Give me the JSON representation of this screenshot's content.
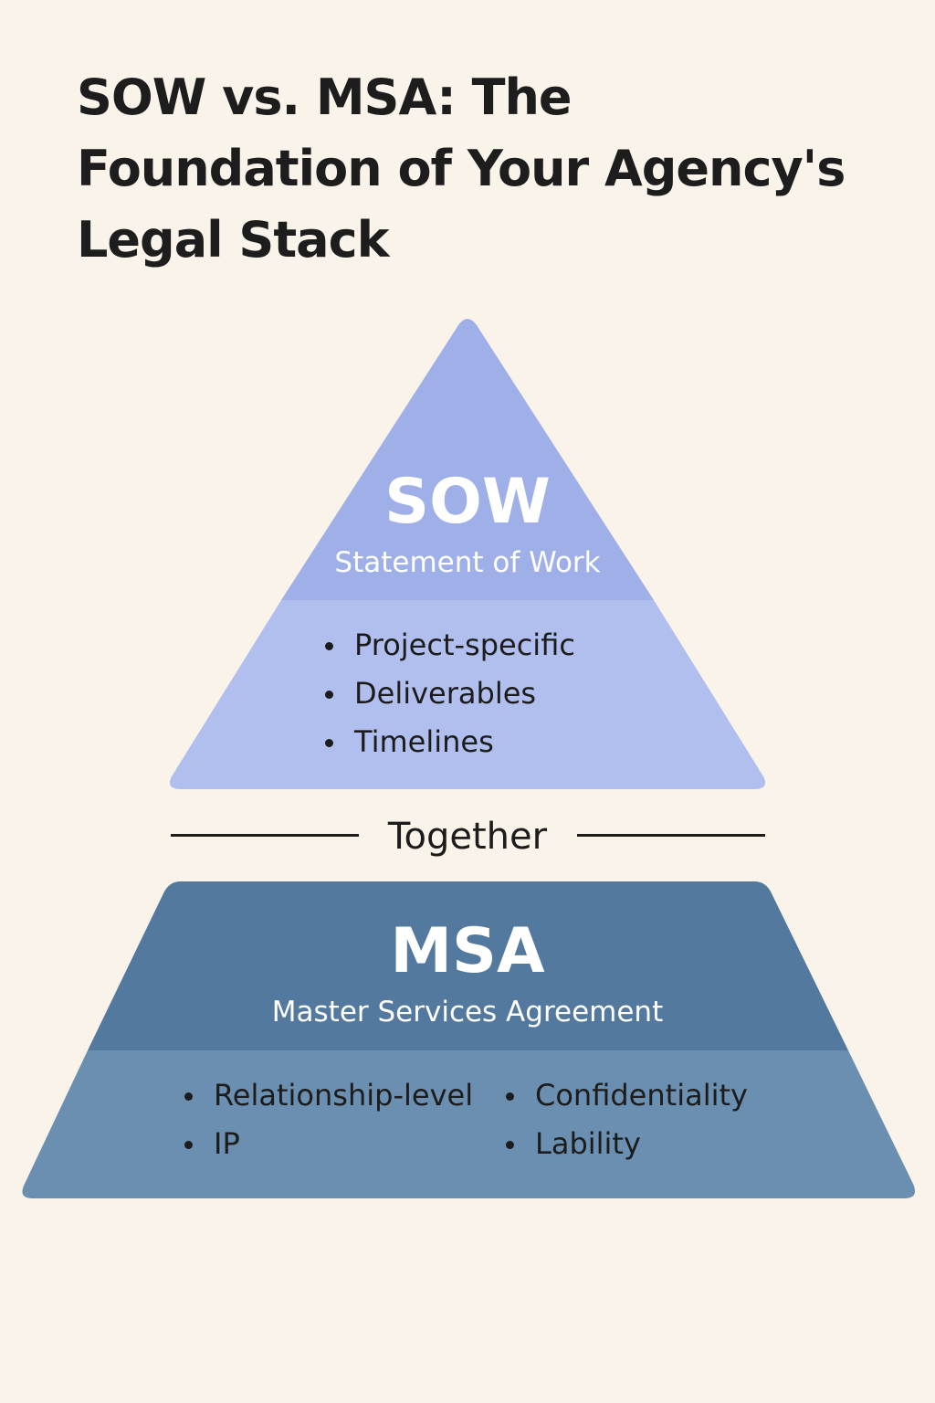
{
  "title": "SOW vs. MSA: The Foundation of Your Agency's Legal Stack",
  "sow": {
    "abbreviation": "SOW",
    "full_name": "Statement of Work",
    "bullets": [
      "Project-specific",
      "Deliverables",
      "Timelines"
    ],
    "colors": {
      "top": "#9fafe8",
      "bottom": "#b1bfef"
    }
  },
  "connector": {
    "label": "Together"
  },
  "msa": {
    "abbreviation": "MSA",
    "full_name": "Master Services Agreement",
    "bullets_left": [
      "Relationship-level",
      "IP"
    ],
    "bullets_right": [
      "Confidentiality",
      "Lability"
    ],
    "colors": {
      "top": "#54799f",
      "bottom": "#6b8fb1"
    }
  },
  "background_color": "#faf3ea"
}
